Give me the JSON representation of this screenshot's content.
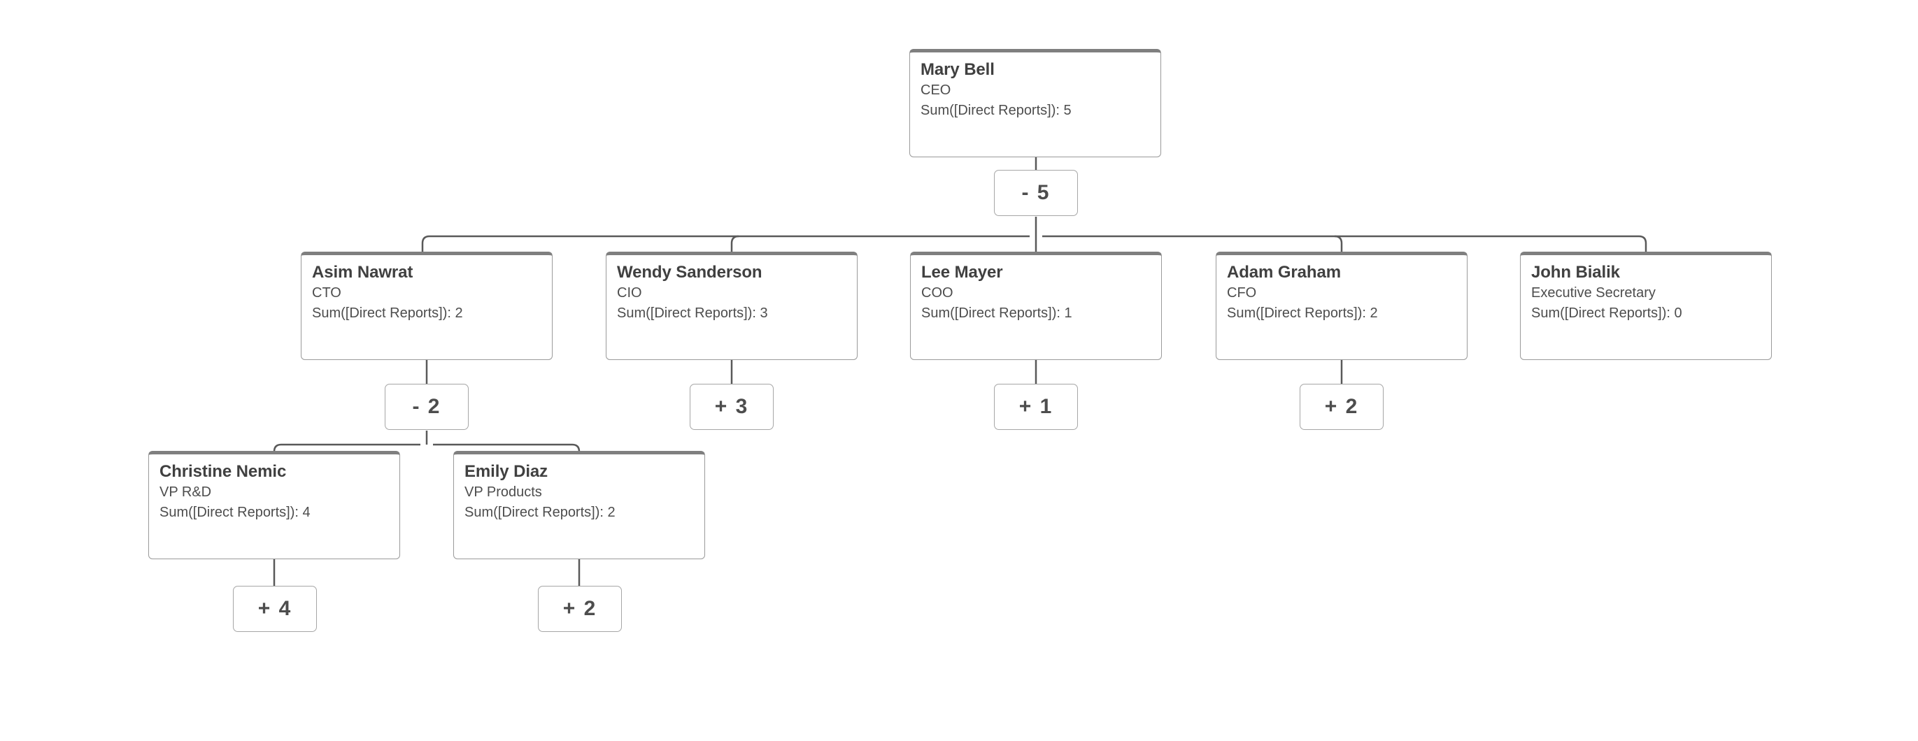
{
  "chart": {
    "type": "org-chart",
    "measure_label": "Sum([Direct Reports])",
    "colors": {
      "node_top_border": "#7f7f7f",
      "node_side_border": "#9a9a9a",
      "node_background": "#ffffff",
      "text_primary": "#404040",
      "text_secondary": "#4d4d4d",
      "connector": "#595959",
      "canvas_background": "#ffffff"
    },
    "nodes": [
      {
        "id": "mary-bell",
        "name": "Mary Bell",
        "title": "CEO",
        "measure": "Sum([Direct Reports]): 5",
        "direct_reports": 5,
        "level": 0,
        "parent": null,
        "toggle": {
          "label": "- 5",
          "sign": "-",
          "count": 5,
          "expanded": true
        }
      },
      {
        "id": "asim-nawrat",
        "name": "Asim Nawrat",
        "title": "CTO",
        "measure": "Sum([Direct Reports]): 2",
        "direct_reports": 2,
        "level": 1,
        "parent": "mary-bell",
        "toggle": {
          "label": "- 2",
          "sign": "-",
          "count": 2,
          "expanded": true
        }
      },
      {
        "id": "wendy-sanderson",
        "name": "Wendy Sanderson",
        "title": "CIO",
        "measure": "Sum([Direct Reports]): 3",
        "direct_reports": 3,
        "level": 1,
        "parent": "mary-bell",
        "toggle": {
          "label": "+ 3",
          "sign": "+",
          "count": 3,
          "expanded": false
        }
      },
      {
        "id": "lee-mayer",
        "name": "Lee Mayer",
        "title": "COO",
        "measure": "Sum([Direct Reports]): 1",
        "direct_reports": 1,
        "level": 1,
        "parent": "mary-bell",
        "toggle": {
          "label": "+ 1",
          "sign": "+",
          "count": 1,
          "expanded": false
        }
      },
      {
        "id": "adam-graham",
        "name": "Adam Graham",
        "title": "CFO",
        "measure": "Sum([Direct Reports]): 2",
        "direct_reports": 2,
        "level": 1,
        "parent": "mary-bell",
        "toggle": {
          "label": "+ 2",
          "sign": "+",
          "count": 2,
          "expanded": false
        }
      },
      {
        "id": "john-bialik",
        "name": "John Bialik",
        "title": "Executive Secretary",
        "measure": "Sum([Direct Reports]): 0",
        "direct_reports": 0,
        "level": 1,
        "parent": "mary-bell",
        "toggle": null
      },
      {
        "id": "christine-nemic",
        "name": "Christine Nemic",
        "title": "VP R&D",
        "measure": "Sum([Direct Reports]): 4",
        "direct_reports": 4,
        "level": 2,
        "parent": "asim-nawrat",
        "toggle": {
          "label": "+ 4",
          "sign": "+",
          "count": 4,
          "expanded": false
        }
      },
      {
        "id": "emily-diaz",
        "name": "Emily Diaz",
        "title": "VP Products",
        "measure": "Sum([Direct Reports]): 2",
        "direct_reports": 2,
        "level": 2,
        "parent": "asim-nawrat",
        "toggle": {
          "label": "+ 2",
          "sign": "+",
          "count": 2,
          "expanded": false
        }
      }
    ]
  }
}
